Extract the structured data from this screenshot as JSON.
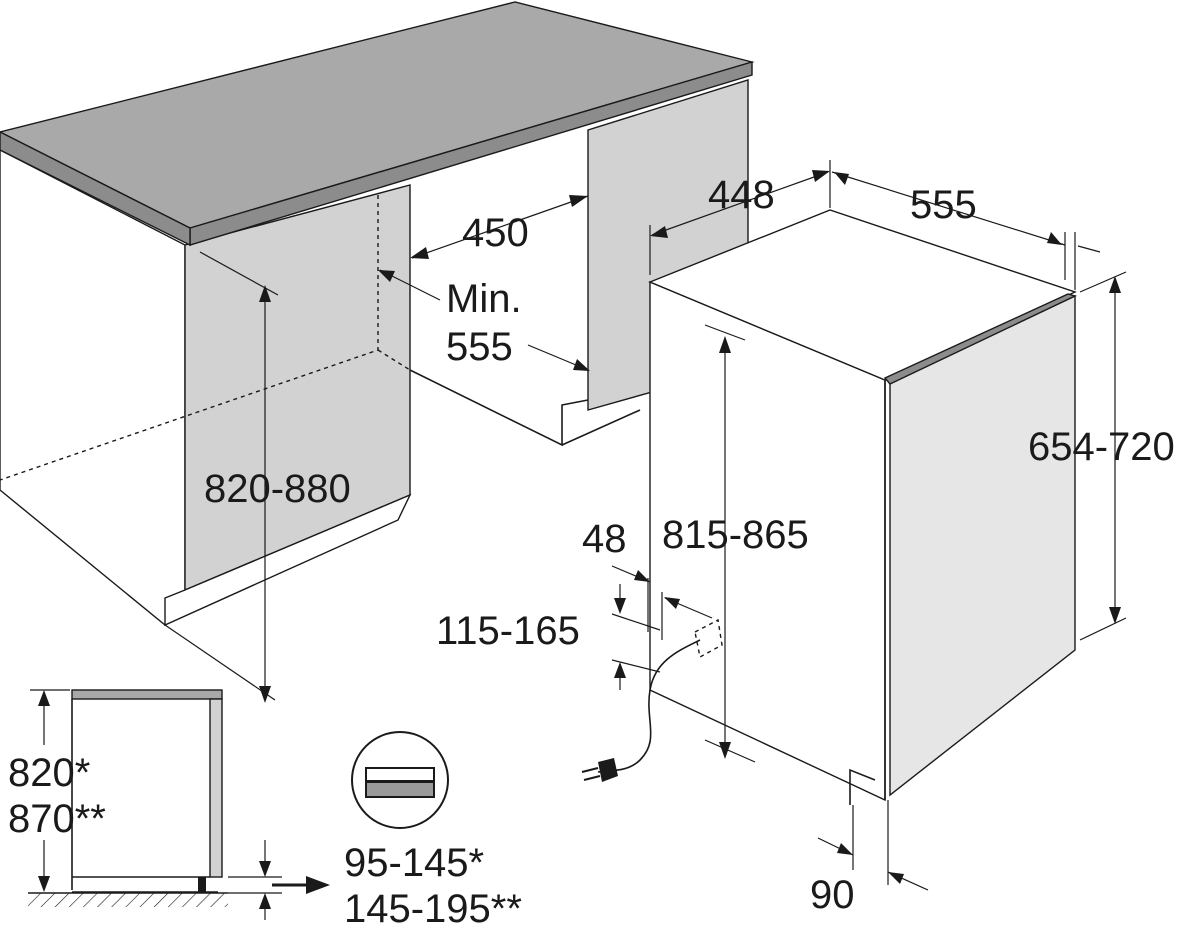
{
  "dimensions": {
    "niche_height": "820-880",
    "niche_width": "450",
    "niche_depth_min": "Min.",
    "niche_depth_value": "555",
    "appliance_width": "448",
    "appliance_depth": "555",
    "appliance_height": "815-865",
    "door_height": "654-720",
    "outlet_offset": "48",
    "outlet_height": "115-165",
    "door_gap": "90",
    "worktop_height_a": "820*",
    "worktop_height_b": "870**",
    "plinth_height_a": "95-145*",
    "plinth_height_b": "145-195**"
  },
  "colors": {
    "line": "#1a1a1a",
    "worktop_top": "#a9a9a9",
    "worktop_edge": "#8c8c8c",
    "cabinet_panel": "#d2d2d2",
    "appliance_side": "#e6e6e6"
  },
  "icons": [
    "plinth-icon",
    "power-plug-icon",
    "socket-icon",
    "floor-hatch-icon"
  ]
}
